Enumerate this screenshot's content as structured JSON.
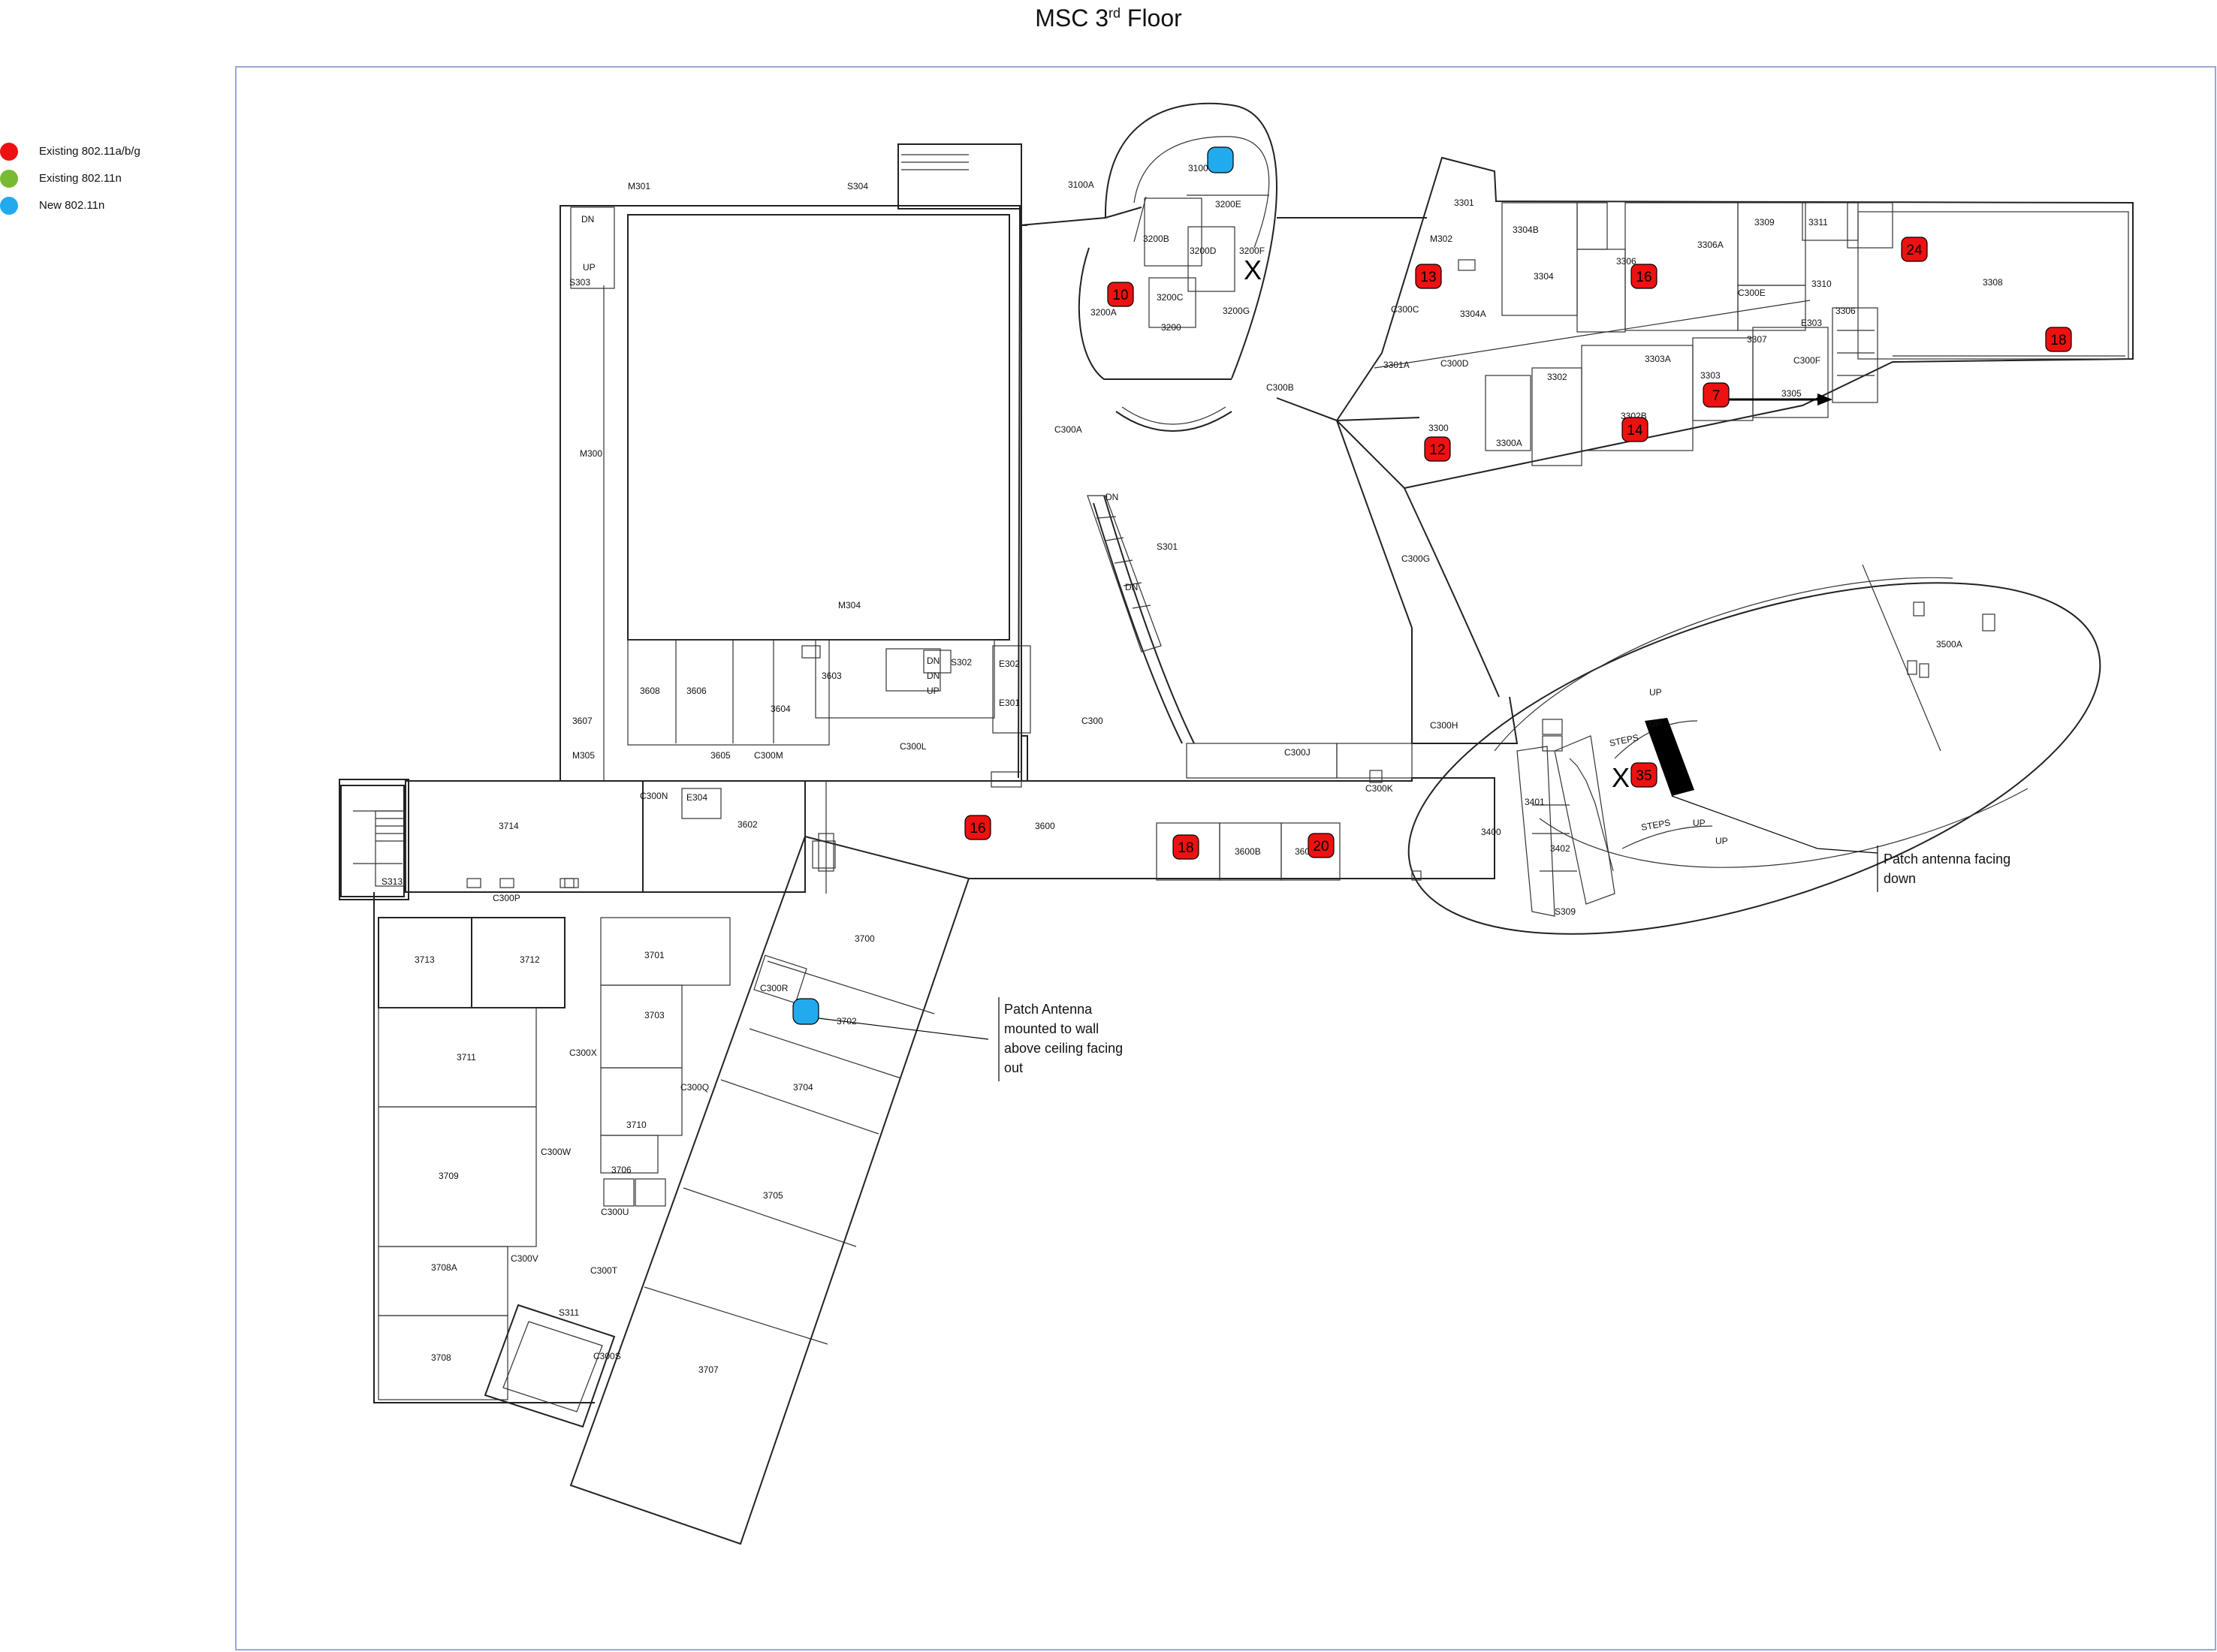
{
  "title": {
    "main": "MSC 3",
    "sup": "rd",
    "rest": " Floor"
  },
  "legend": [
    {
      "label": "Existing 802.11a/b/g",
      "color": "#ee1111"
    },
    {
      "label": "Existing 802.11n",
      "color": "#77bb33"
    },
    {
      "label": "New 802.11n",
      "color": "#22aaee"
    }
  ],
  "colors": {
    "existing_abg": "#ee1111",
    "existing_n": "#77bb33",
    "new_n": "#22aaee",
    "frame": "#9aa8d6",
    "walls": "#222222"
  },
  "rooms": {
    "m301": "M301",
    "s304": "S304",
    "r3100a": "3100A",
    "r3100": "3100",
    "s303": "S303",
    "m300": "M300",
    "m304": "M304",
    "r3607": "3607",
    "m305": "M305",
    "r3200e": "3200E",
    "r3200b": "3200B",
    "r3200d": "3200D",
    "r3200f": "3200F",
    "r3200a": "3200A",
    "r3200c": "3200C",
    "r3200g": "3200G",
    "r3200": "3200",
    "c300b": "C300B",
    "c300a": "C300A",
    "s301": "S301",
    "c300": "C300",
    "r3301": "3301",
    "m302": "M302",
    "r3304b": "3304B",
    "r3304": "3304",
    "r3306": "3306",
    "r3306a": "3306A",
    "r3309": "3309",
    "r3311": "3311",
    "r3310": "3310",
    "r3308": "3308",
    "c300c": "C300C",
    "r3304a": "3304A",
    "c300e": "C300E",
    "e303": "E303",
    "r3306b": "3306",
    "r3301a": "3301A",
    "c300d": "C300D",
    "r3302": "3302",
    "r3303a": "3303A",
    "r3303": "3303",
    "r3307": "3307",
    "c300f": "C300F",
    "r3305": "3305",
    "r3300": "3300",
    "r3300a": "3300A",
    "r3302b": "3302B",
    "c300g": "C300G",
    "r3608": "3608",
    "r3606": "3606",
    "r3603": "3603",
    "s302": "S302",
    "e302": "E302",
    "e301": "E301",
    "r3604": "3604",
    "r3605": "3605",
    "c300m": "C300M",
    "c300l": "C300L",
    "c300j": "C300J",
    "c300k": "C300K",
    "c300h": "C300H",
    "r3714": "3714",
    "c300n": "C300N",
    "e304": "E304",
    "r3602": "3602",
    "r3600": "3600",
    "r3600b": "3600B",
    "r3600c": "3600",
    "s313": "S313",
    "c300p": "C300P",
    "r3713": "3713",
    "r3712": "3712",
    "r3701": "3701",
    "r3700": "3700",
    "c300r": "C300R",
    "r3702": "3702",
    "r3711": "3711",
    "c300x": "C300X",
    "r3703": "3703",
    "c300q": "C300Q",
    "r3704": "3704",
    "r3709": "3709",
    "c300w": "C300W",
    "r3710": "3710",
    "r3706": "3706",
    "r3705": "3705",
    "c300u": "C300U",
    "r3708a": "3708A",
    "c300v": "C300V",
    "c300t": "C300T",
    "s311": "S311",
    "r3708": "3708",
    "c300s": "C300S",
    "r3707": "3707",
    "r3500a": "3500A",
    "r3401": "3401",
    "r3400": "3400",
    "r3402": "3402",
    "s309": "S309",
    "steps1": "STEPS",
    "steps2": "STEPS",
    "up1": "UP",
    "up2": "UP",
    "up3": "UP",
    "up4": "UP",
    "dn1": "DN",
    "dn2": "DN",
    "dn3": "DN",
    "dn4": "DN",
    "dn5": "DN",
    "up5": "UP",
    "up6": "UP"
  },
  "access_points": [
    {
      "id": "ap-10",
      "label": "10",
      "kind": "existing_abg"
    },
    {
      "id": "ap-13",
      "label": "13",
      "kind": "existing_abg"
    },
    {
      "id": "ap-16a",
      "label": "16",
      "kind": "existing_abg"
    },
    {
      "id": "ap-24",
      "label": "24",
      "kind": "existing_abg"
    },
    {
      "id": "ap-18a",
      "label": "18",
      "kind": "existing_abg"
    },
    {
      "id": "ap-7",
      "label": "7",
      "kind": "existing_abg"
    },
    {
      "id": "ap-12",
      "label": "12",
      "kind": "existing_abg"
    },
    {
      "id": "ap-14",
      "label": "14",
      "kind": "existing_abg"
    },
    {
      "id": "ap-16b",
      "label": "16",
      "kind": "existing_abg"
    },
    {
      "id": "ap-18b",
      "label": "18",
      "kind": "existing_abg"
    },
    {
      "id": "ap-20",
      "label": "20",
      "kind": "existing_abg"
    },
    {
      "id": "ap-35",
      "label": "35",
      "kind": "existing_abg"
    },
    {
      "id": "ap-new-top",
      "label": "",
      "kind": "new_n"
    },
    {
      "id": "ap-new-3702",
      "label": "",
      "kind": "new_n"
    }
  ],
  "removed_marks": [
    "X",
    "X"
  ],
  "notes": {
    "patch_wall": [
      "Patch Antenna",
      "mounted to wall",
      "above ceiling facing",
      "out"
    ],
    "patch_down": [
      "Patch antenna facing",
      "down"
    ]
  }
}
